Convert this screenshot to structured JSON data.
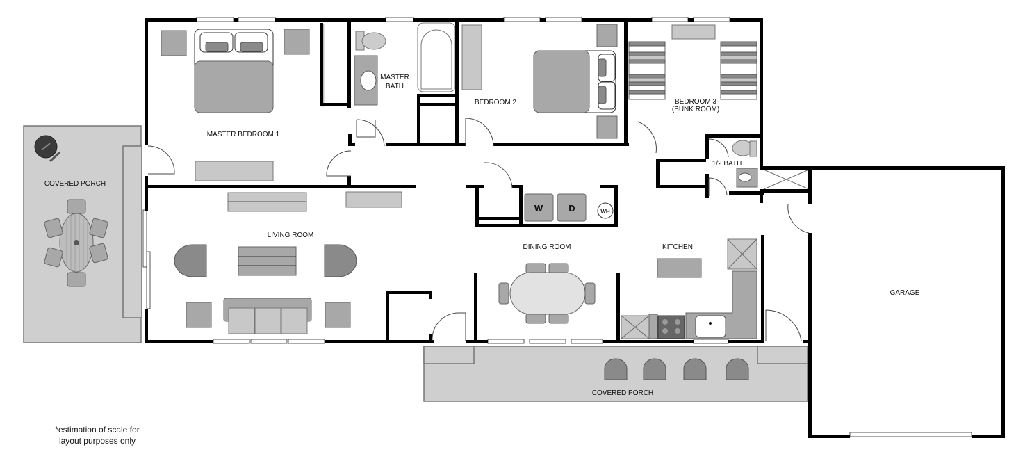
{
  "floorplan": {
    "rooms": {
      "master_bedroom": "MASTER BEDROOM 1",
      "master_bath_line1": "MASTER",
      "master_bath_line2": "BATH",
      "bedroom2": "BEDROOM 2",
      "bedroom3_line1": "BEDROOM 3",
      "bedroom3_line2": "(BUNK ROOM)",
      "half_bath": "1/2 BATH",
      "living_room": "LIVING ROOM",
      "dining_room": "DINING ROOM",
      "kitchen": "KITCHEN",
      "garage": "GARAGE",
      "covered_porch_side": "COVERED PORCH",
      "covered_porch_front": "COVERED PORCH"
    },
    "appliances": {
      "washer": "W",
      "dryer": "D",
      "water_heater": "WH"
    },
    "note_line1": "*estimation of scale for",
    "note_line2": "layout purposes only",
    "colors": {
      "wall": "#000000",
      "furniture": "#a8a8a8",
      "porch": "#cfcfcf"
    }
  }
}
